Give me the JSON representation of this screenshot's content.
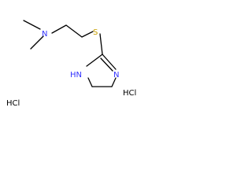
{
  "atoms": {
    "amine_n": "N",
    "sulfur": "S",
    "ring_nh": "HN",
    "ring_n": "N"
  },
  "salts": [
    "HCl",
    "HCl"
  ],
  "colors": {
    "nitrogen": "#3333ff",
    "sulfur": "#c8a000",
    "bond": "#000000"
  }
}
